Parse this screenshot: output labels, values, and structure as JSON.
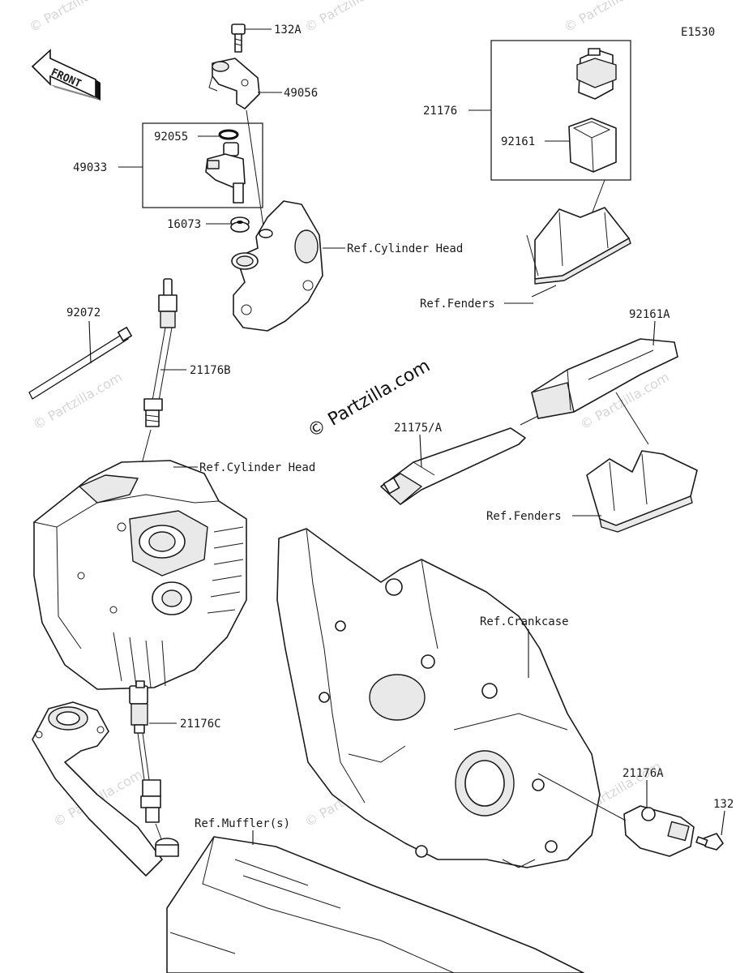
{
  "diagram_code": "E1530",
  "front_label": "FRONT",
  "copyright": "© Partzilla.com",
  "watermark": "© Partzilla.com",
  "labels": {
    "p132A": "132A",
    "p49056": "49056",
    "p92055": "92055",
    "p49033": "49033",
    "p16073": "16073",
    "ref_cyl_head_1": "Ref.Cylinder Head",
    "p21176": "21176",
    "p92161": "92161",
    "ref_fenders_1": "Ref.Fenders",
    "p92072": "92072",
    "p21176B": "21176B",
    "p92161A": "92161A",
    "ref_cyl_head_2": "Ref.Cylinder Head",
    "p21175A": "21175/A",
    "ref_fenders_2": "Ref.Fenders",
    "ref_crankcase": "Ref.Crankcase",
    "p21176C": "21176C",
    "p21176A": "21176A",
    "p132": "132",
    "ref_mufflers": "Ref.Muffler(s)"
  }
}
